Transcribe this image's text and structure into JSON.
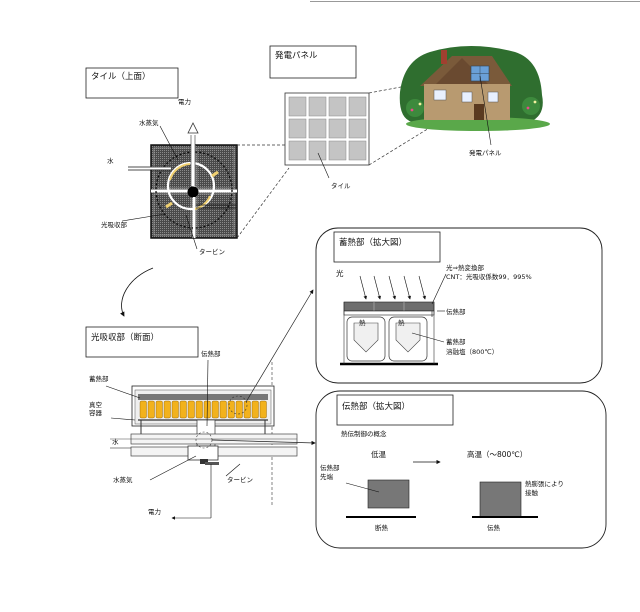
{
  "boxes": {
    "tile_top": "タイル（上面）",
    "panel": "発電パネル",
    "absorber_section": "光吸収部（断面）",
    "storage_zoom": "蓄熱部（拡大図）",
    "transfer_zoom": "伝熱部（拡大図）"
  },
  "tile_labels": {
    "power": "電力",
    "steam": "水蒸気",
    "water": "水",
    "absorber": "光吸収部",
    "turbine": "タービン"
  },
  "panel_labels": {
    "tile": "タイル",
    "house_panel": "発電パネル"
  },
  "section_labels": {
    "transfer": "伝熱部",
    "storage": "蓄熱部",
    "vacuum_line1": "真空",
    "vacuum_line2": "容器",
    "water": "水",
    "steam": "水蒸気",
    "turbine": "タービン",
    "power": "電力"
  },
  "storage_labels": {
    "light": "光",
    "converter_line1": "光⇒熱変換部",
    "converter_line2": "CNT：光吸収係数99．995%",
    "transfer": "伝熱部",
    "heat1": "熱",
    "heat2": "熱",
    "storage_line1": "蓄熱部",
    "storage_line2": "溶融塩（800℃）"
  },
  "transfer_labels": {
    "concept": "熱伝制御の概念",
    "low": "低温",
    "high": "高温（～800℃）",
    "tip_line1": "伝熱部",
    "tip_line2": "先端",
    "expand_line1": "熱膨張により",
    "expand_line2": "接触",
    "insulate": "断熱",
    "conduct": "伝熱"
  },
  "colors": {
    "tile_fill": "#555555",
    "panel_cell": "#c4c4c4",
    "molten_salt": "#f2b21c",
    "block_fill": "#7a7a7a"
  }
}
